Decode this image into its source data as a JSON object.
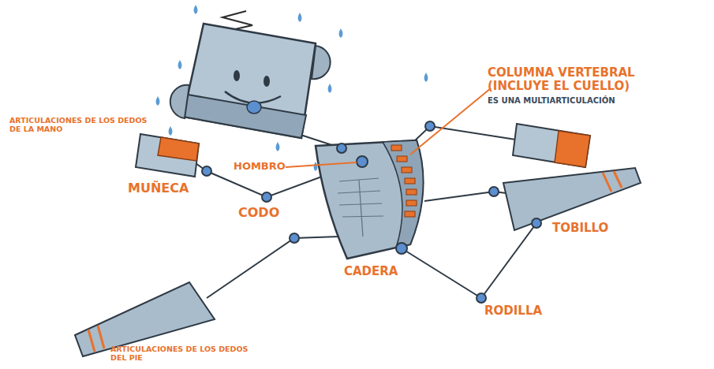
{
  "diagram": {
    "labels": [
      "ARTICULACIONES DE LOS DEDOS DE LA MANO",
      "MUÑECA",
      "CODO",
      "HOMBRO",
      "COLUMNA VERTEBRAL (INCLUYE EL CUELLO)",
      "ES UNA MULTIARTICULACIÓN",
      "TOBILLO",
      "CADERA",
      "RODILLA",
      "ARTICULACIONES DE LOS DEDOS DEL PIE"
    ]
  }
}
